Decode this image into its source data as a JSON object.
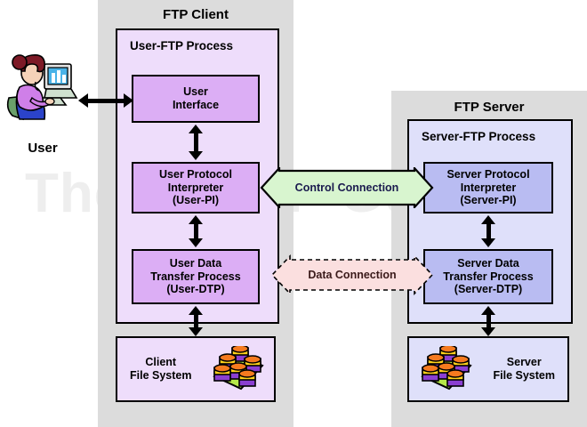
{
  "diagram": {
    "watermark": "The TCP/IP Guide",
    "user": {
      "label": "User",
      "icon": "user-at-computer-icon"
    },
    "client": {
      "panel_title": "FTP Client",
      "process_title": "User-FTP Process",
      "boxes": [
        {
          "name": "user-interface",
          "text": "User\nInterface"
        },
        {
          "name": "user-protocol-interpreter",
          "text": "User Protocol\nInterpreter\n(User-PI)"
        },
        {
          "name": "user-data-transfer-process",
          "text": "User Data\nTransfer Process\n(User-DTP)"
        }
      ],
      "file_system": {
        "text": "Client\nFile System",
        "icon": "disk-stack-icon"
      }
    },
    "server": {
      "panel_title": "FTP Server",
      "process_title": "Server-FTP Process",
      "boxes": [
        {
          "name": "server-protocol-interpreter",
          "text": "Server Protocol\nInterpreter\n(Server-PI)"
        },
        {
          "name": "server-data-transfer-process",
          "text": "Server Data\nTransfer Process\n(Server-DTP)"
        }
      ],
      "file_system": {
        "text": "Server\nFile System",
        "icon": "disk-stack-icon"
      }
    },
    "connections": [
      {
        "name": "control-connection",
        "label": "Control Connection",
        "style": "solid",
        "fill": "#d8f5cf"
      },
      {
        "name": "data-connection",
        "label": "Data Connection",
        "style": "dashed",
        "fill": "#fbdfdf"
      }
    ],
    "colors": {
      "panel_gray": "#dcdcdc",
      "client_process_bg": "#eeddfb",
      "client_box_bg": "#dcaef5",
      "server_process_bg": "#dfe0fa",
      "server_box_bg": "#b9bcf2",
      "control_arrow": "#d8f5cf",
      "data_arrow": "#fbdfdf",
      "outline": "#000000"
    }
  }
}
